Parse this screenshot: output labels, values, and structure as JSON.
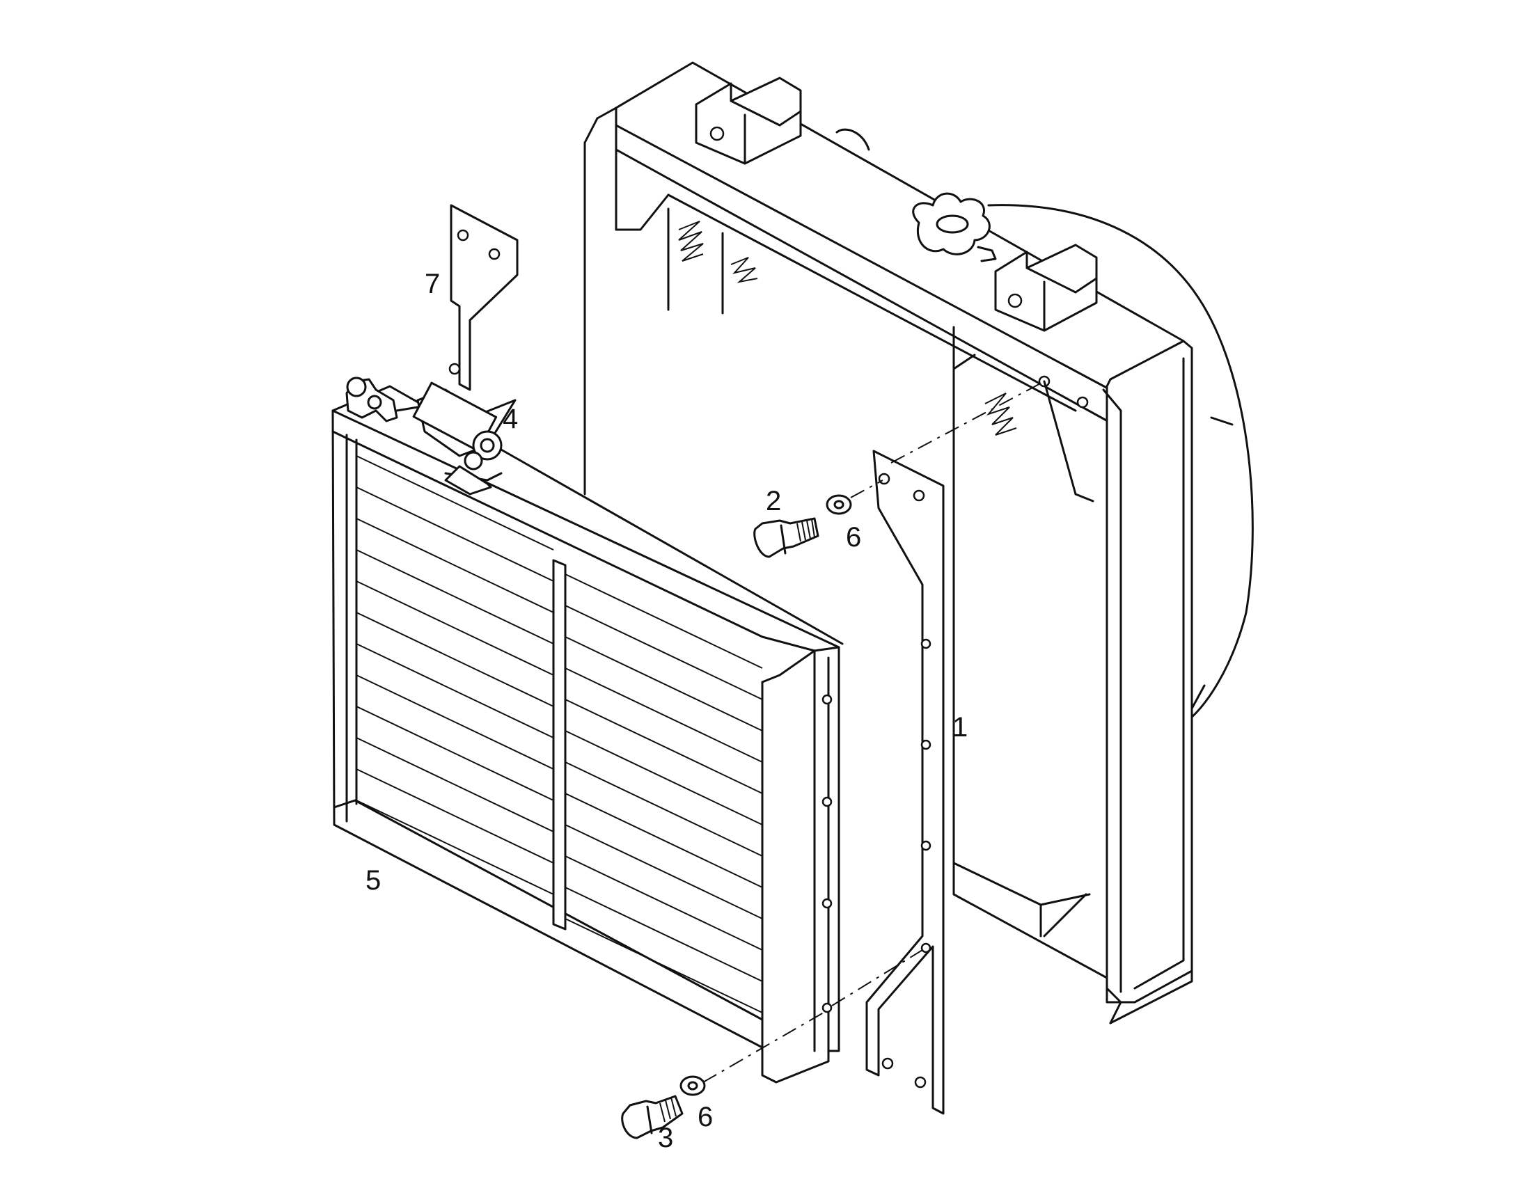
{
  "labels": {
    "part_1": "1",
    "part_2": "2",
    "part_3": "3",
    "part_4": "4",
    "part_5": "5",
    "part_6_upper": "6",
    "part_6_lower": "6",
    "part_7": "7"
  }
}
